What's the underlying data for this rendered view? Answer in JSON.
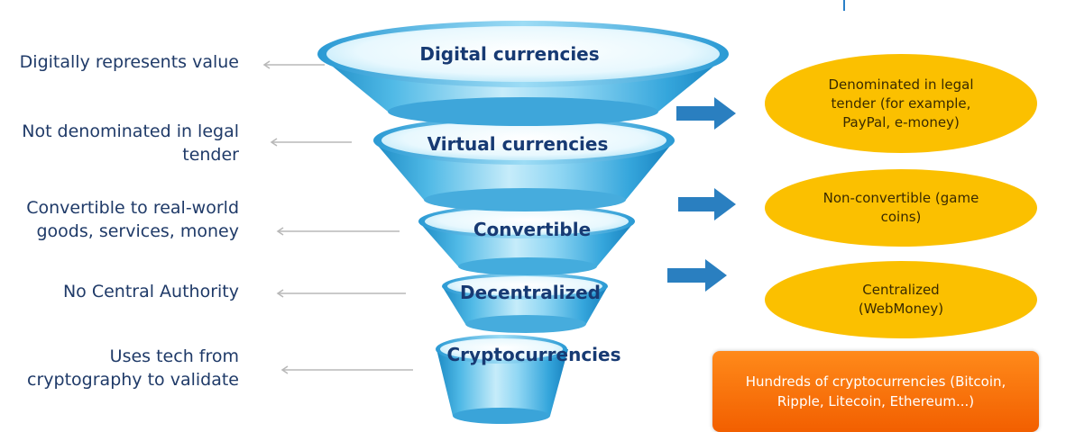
{
  "left_descriptions": [
    {
      "lines": [
        "Digitally represents value"
      ]
    },
    {
      "lines": [
        "Not denominated in legal",
        "tender"
      ]
    },
    {
      "lines": [
        "Convertible to real-world",
        "goods, services, money"
      ]
    },
    {
      "lines": [
        "No Central Authority"
      ]
    },
    {
      "lines": [
        "Uses tech from",
        "cryptography to validate"
      ]
    }
  ],
  "funnel_tiers": [
    {
      "label": "Digital currencies"
    },
    {
      "label": "Virtual currencies"
    },
    {
      "label": "Convertible"
    },
    {
      "label": "Decentralized"
    },
    {
      "label": "Cryptocurrencies"
    }
  ],
  "right_boxes": [
    {
      "lines": [
        "Denominated in legal",
        "tender (for example,",
        "PayPal, e-money)"
      ]
    },
    {
      "lines": [
        "Non-convertible (game",
        "coins)"
      ]
    },
    {
      "lines": [
        "Centralized",
        "(WebMoney)"
      ]
    }
  ],
  "bottom_box": {
    "lines": [
      "Hundreds of cryptocurrencies (Bitcoin,",
      "Ripple, Litecoin, Ethereum...)"
    ]
  },
  "colors": {
    "funnel_light": "#e6f7fd",
    "funnel_mid": "#6cc7ec",
    "funnel_dark": "#1f8fc8",
    "text_navy": "#1f3a68",
    "oval_fill": "#fbc000",
    "bottom_box_fill": "#f26a0a",
    "arrow_blue": "#2a7fc0",
    "left_arrow_gray": "#b8b8b8"
  }
}
